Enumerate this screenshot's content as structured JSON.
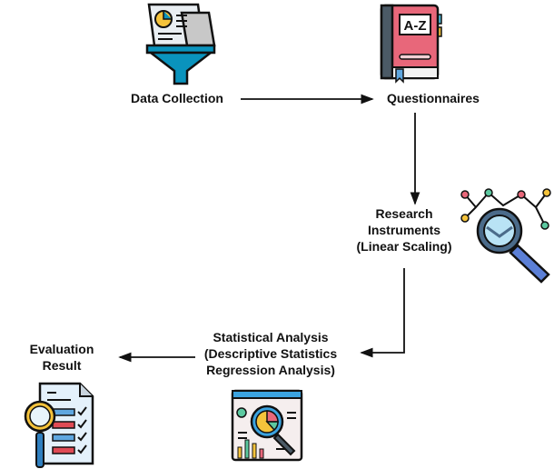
{
  "nodes": {
    "data_collection": "Data Collection",
    "questionnaires": "Questionnaires",
    "research_instruments": [
      "Research",
      "Instruments",
      "(Linear Scaling)"
    ],
    "statistical_analysis": [
      "Statistical Analysis",
      "(Descriptive Statistics",
      "Regression Analysis)"
    ],
    "evaluation_result": [
      "Evaluation",
      "Result"
    ]
  },
  "icons": {
    "data_collection": "funnel-report-icon",
    "questionnaires": "a-z-book-icon",
    "research_instruments": "network-magnifier-icon",
    "statistical_analysis": "chart-dashboard-magnifier-icon",
    "evaluation_result": "checklist-magnifier-icon"
  },
  "colors": {
    "arrow": "#111111",
    "blue": "#0a93bd",
    "red": "#e8677a",
    "yellow": "#f5c33b"
  }
}
